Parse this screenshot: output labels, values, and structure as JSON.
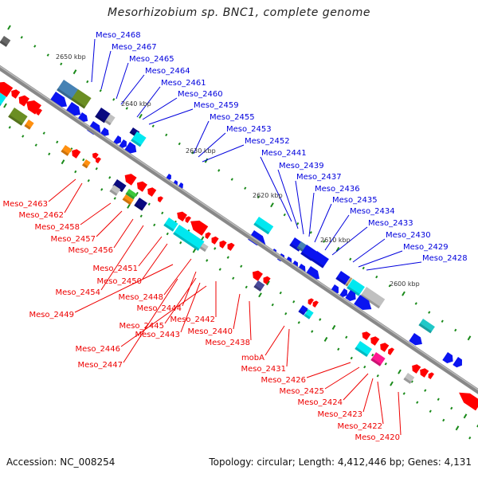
{
  "title": "Mesorhizobium sp. BNC1, complete genome",
  "footer": {
    "accession": "Accession: NC_008254",
    "stats": "Topology: circular; Length: 4,412,446 bp; Genes: 4,131"
  },
  "colors": {
    "forward_label": "#0000dd",
    "reverse_label": "#ee0000",
    "backbone": "#888888",
    "tick": "#1a8a1a"
  },
  "scale_labels": [
    "2650 kbp",
    "2640 kbp",
    "2630 kbp",
    "2620 kbp",
    "2610 kbp",
    "2600 kbp"
  ],
  "forward_genes": [
    "Meso_2468",
    "Meso_2467",
    "Meso_2465",
    "Meso_2464",
    "Meso_2461",
    "Meso_2460",
    "Meso_2459",
    "Meso_2455",
    "Meso_2453",
    "Meso_2452",
    "Meso_2441",
    "Meso_2439",
    "Meso_2437",
    "Meso_2436",
    "Meso_2435",
    "Meso_2434",
    "Meso_2433",
    "Meso_2430",
    "Meso_2429",
    "Meso_2428"
  ],
  "reverse_genes": [
    "Meso_2463",
    "Meso_2462",
    "Meso_2458",
    "Meso_2457",
    "Meso_2456",
    "Meso_2451",
    "Meso_2450",
    "Meso_2454",
    "Meso_2448",
    "Meso_2449",
    "Meso_2444",
    "Meso_2445",
    "Meso_2442",
    "Meso_2443",
    "Meso_2440",
    "Meso_2446",
    "Meso_2438",
    "Meso_2447",
    "mobA",
    "Meso_2431",
    "Meso_2426",
    "Meso_2425",
    "Meso_2424",
    "Meso_2423",
    "Meso_2422",
    "Meso_2420"
  ]
}
